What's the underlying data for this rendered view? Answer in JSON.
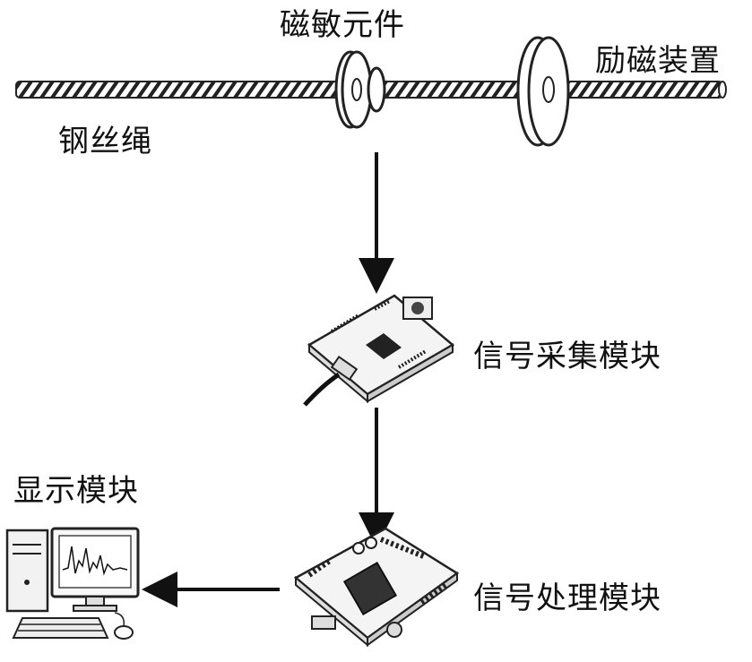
{
  "labels": {
    "magnetic_sensor": "磁敏元件",
    "excitation_device": "励磁装置",
    "wire_rope": "钢丝绳",
    "signal_acquisition": "信号采集模块",
    "display_module": "显示模块",
    "signal_processing": "信号处理模块"
  }
}
